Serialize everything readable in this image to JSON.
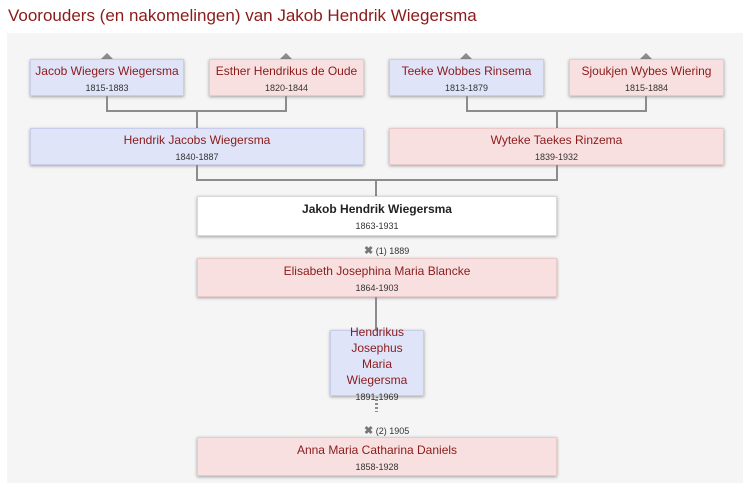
{
  "page": {
    "title": "Voorouders (en nakomelingen) van Jakob Hendrik Wiegersma"
  },
  "grandparents": [
    {
      "name": "Jacob Wiegers Wiegersma",
      "dates": "1815-1883"
    },
    {
      "name": "Esther Hendrikus de Oude",
      "dates": "1820-1844"
    },
    {
      "name": "Teeke Wobbes Rinsema",
      "dates": "1813-1879"
    },
    {
      "name": "Sjoukjen Wybes Wiering",
      "dates": "1815-1884"
    }
  ],
  "parents": [
    {
      "name": "Hendrik Jacobs Wiegersma",
      "dates": "1840-1887"
    },
    {
      "name": "Wyteke Taekes Rinzema",
      "dates": "1839-1932"
    }
  ],
  "focus": {
    "name": "Jakob Hendrik Wiegersma",
    "dates": "1863-1931"
  },
  "marriages": [
    {
      "label": "(1)",
      "year": "1889",
      "spouse": {
        "name": "Elisabeth Josephina Maria Blancke",
        "dates": "1864-1903"
      }
    },
    {
      "label": "(2)",
      "year": "1905",
      "spouse": {
        "name": "Anna Maria Catharina Daniels",
        "dates": "1858-1928"
      }
    }
  ],
  "children": [
    {
      "name": "Hendrikus Josephus Maria Wiegersma",
      "dates": "1891-1969"
    }
  ],
  "icons": {
    "marriage": "cross-icon",
    "expand": "triangle-up-icon"
  }
}
